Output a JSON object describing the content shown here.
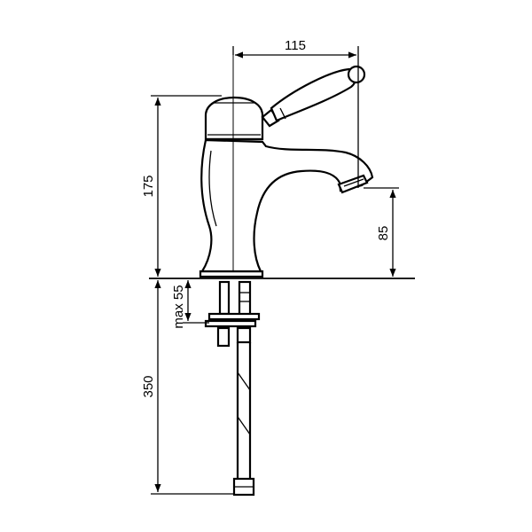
{
  "diagram": {
    "dimensions": {
      "width_top": "115",
      "height_total": "175",
      "spout_height": "85",
      "max_thickness": "max 55",
      "hose_length": "350"
    }
  }
}
